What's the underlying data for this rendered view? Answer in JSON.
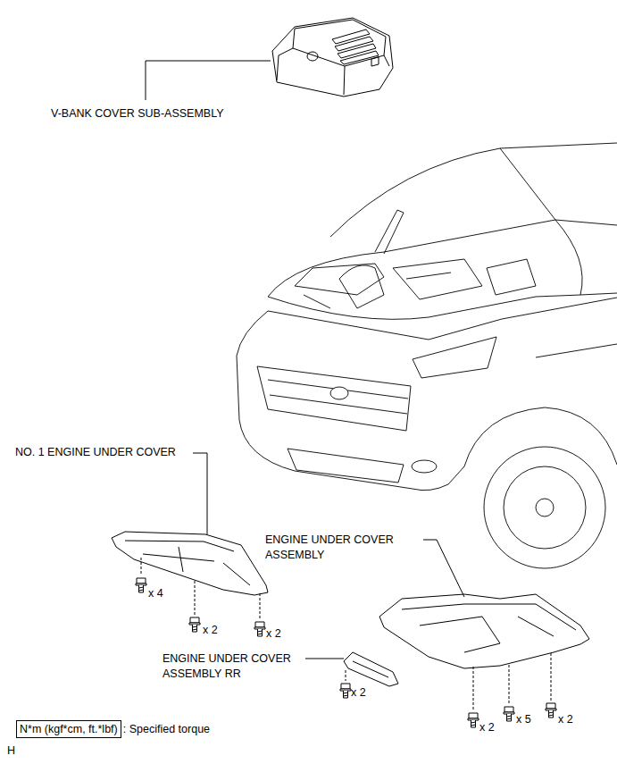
{
  "diagram": {
    "nodes": [
      {
        "text": [
          "N*m (kgf*cm, ft.*lbf)"
        ]
      }
    ],
    "labels": [
      "V-BANK COVER SUB-ASSEMBLY",
      "NO. 1 ENGINE UNDER COVER",
      "ENGINE UNDER COVER ASSEMBLY",
      "x 4",
      "x 2",
      "x 2",
      "ENGINE UNDER COVER ASSEMBLY RR",
      "x 2",
      "x 2",
      "x 5",
      "x 2",
      ": Specified torque",
      "H"
    ]
  }
}
